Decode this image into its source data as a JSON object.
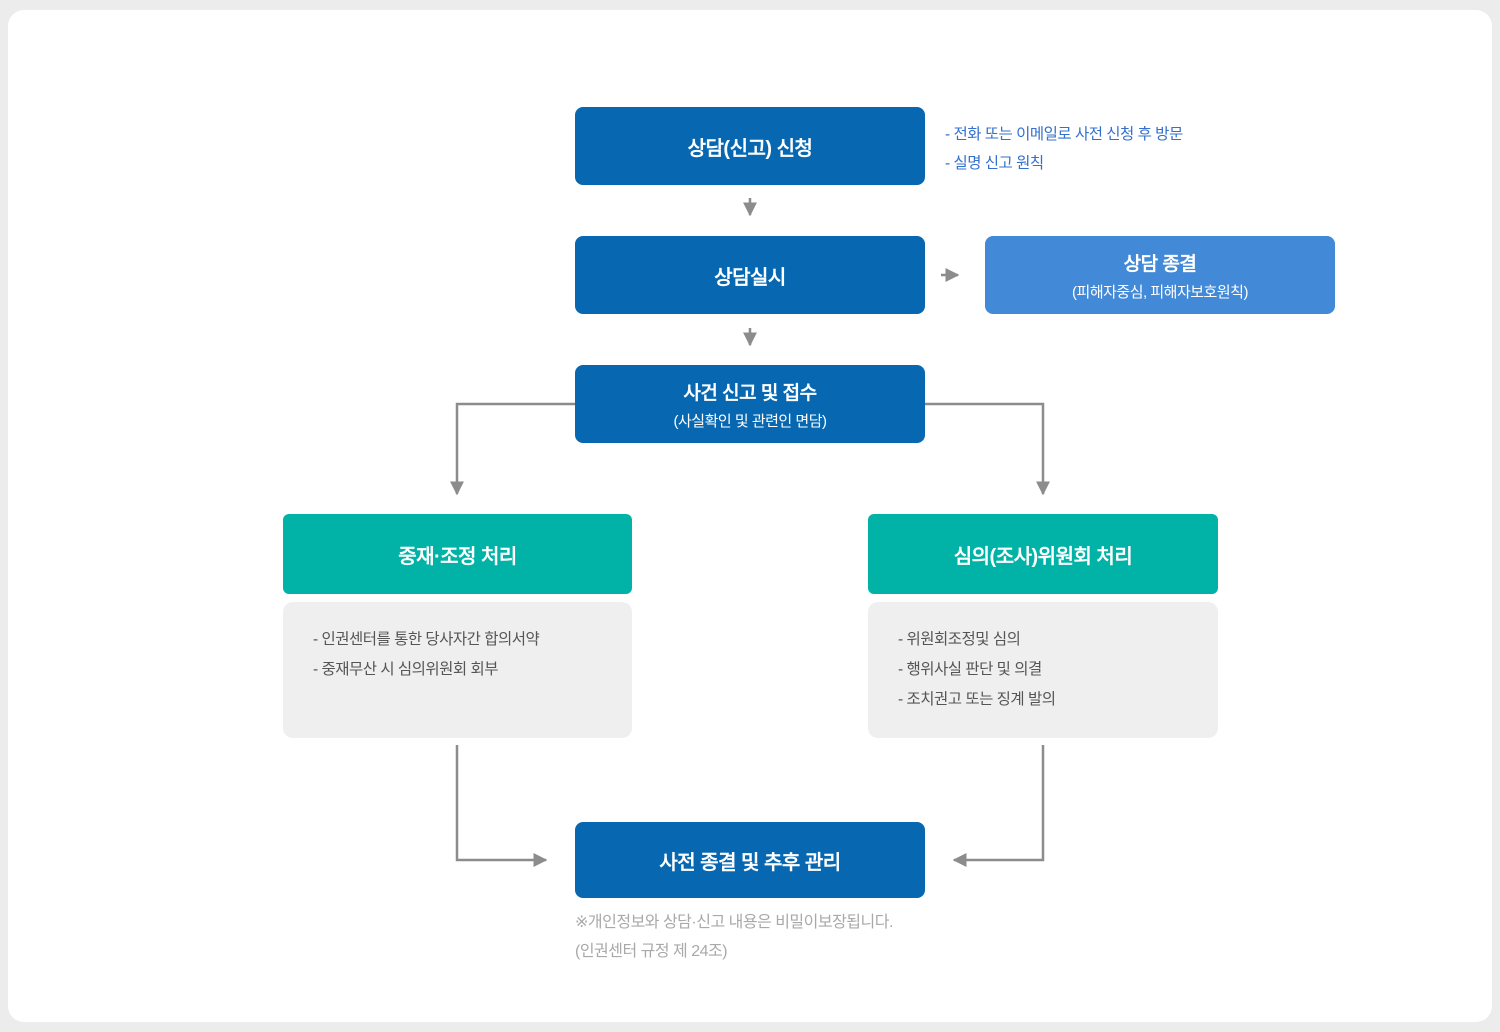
{
  "colors": {
    "page_bg": "#ececec",
    "card_bg": "#ffffff",
    "primary_blue": "#0768b1",
    "light_blue": "#4289d8",
    "teal": "#00b3a6",
    "panel_gray": "#efefef",
    "connector_gray": "#8c8c8c",
    "note_blue": "#3470cd",
    "detail_text": "#555555",
    "footnote_gray": "#a9a9a9"
  },
  "icons": {
    "down_arrow": "arrow-down",
    "right_arrow": "arrow-right",
    "branch_arrows": "elbow-connector-arrows"
  },
  "flow": {
    "apply": {
      "title": "상담(신고) 신청",
      "notes": [
        "- 전화 또는 이메일로 사전 신청 후 방문",
        "- 실명 신고 원칙"
      ]
    },
    "consult": {
      "title": "상담실시"
    },
    "consult_close": {
      "title": "상담 종결",
      "subtitle": "(피해자중심, 피해자보호원칙)"
    },
    "report": {
      "title": "사건 신고 및 접수",
      "subtitle": "(사실확인 및 관련인 면담)"
    },
    "mediation": {
      "title": "중재·조정 처리",
      "details": [
        "- 인권센터를 통한 당사자간 합의서약",
        "- 중재무산 시 심의위원회 회부"
      ]
    },
    "committee": {
      "title": "심의(조사)위원회 처리",
      "details": [
        "- 위원회조정및 심의",
        "- 행위사실 판단 및 의결",
        "- 조치권고 또는 징계 발의"
      ]
    },
    "final": {
      "title": "사전 종결 및 추후 관리"
    },
    "footnote": {
      "line1": "※개인정보와 상담·신고 내용은 비밀이보장됩니다.",
      "line2": "(인권센터 규정 제 24조)"
    }
  }
}
